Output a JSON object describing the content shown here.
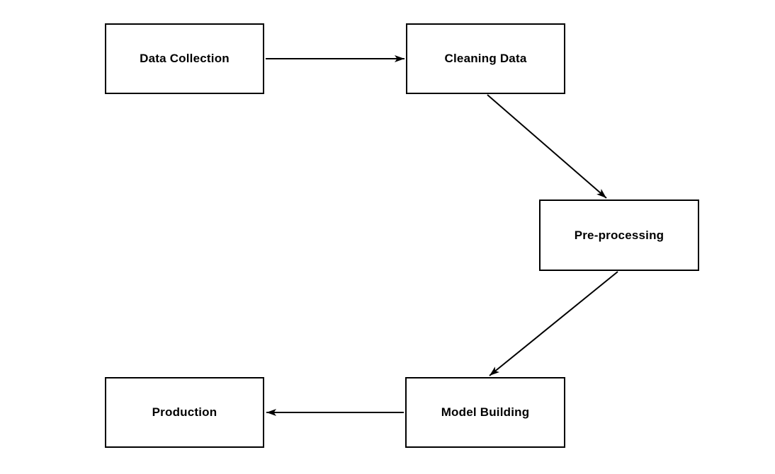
{
  "diagram": {
    "background_color": "#ffffff",
    "node_fill_color": "#ffffff",
    "node_border_color": "#000000",
    "text_color": "#000000",
    "arrow_color": "#000000",
    "nodes": [
      {
        "id": "data-collection",
        "label": "Data Collection"
      },
      {
        "id": "cleaning-data",
        "label": "Cleaning Data"
      },
      {
        "id": "pre-processing",
        "label": "Pre-processing"
      },
      {
        "id": "model-building",
        "label": "Model Building"
      },
      {
        "id": "production",
        "label": "Production"
      }
    ],
    "edges": [
      {
        "from": "data-collection",
        "to": "cleaning-data",
        "style": "solid-arrow",
        "direction": "right"
      },
      {
        "from": "cleaning-data",
        "to": "pre-processing",
        "style": "solid-arrow",
        "direction": "down-right"
      },
      {
        "from": "pre-processing",
        "to": "model-building",
        "style": "solid-arrow",
        "direction": "down-left"
      },
      {
        "from": "model-building",
        "to": "production",
        "style": "solid-arrow",
        "direction": "left"
      }
    ]
  }
}
